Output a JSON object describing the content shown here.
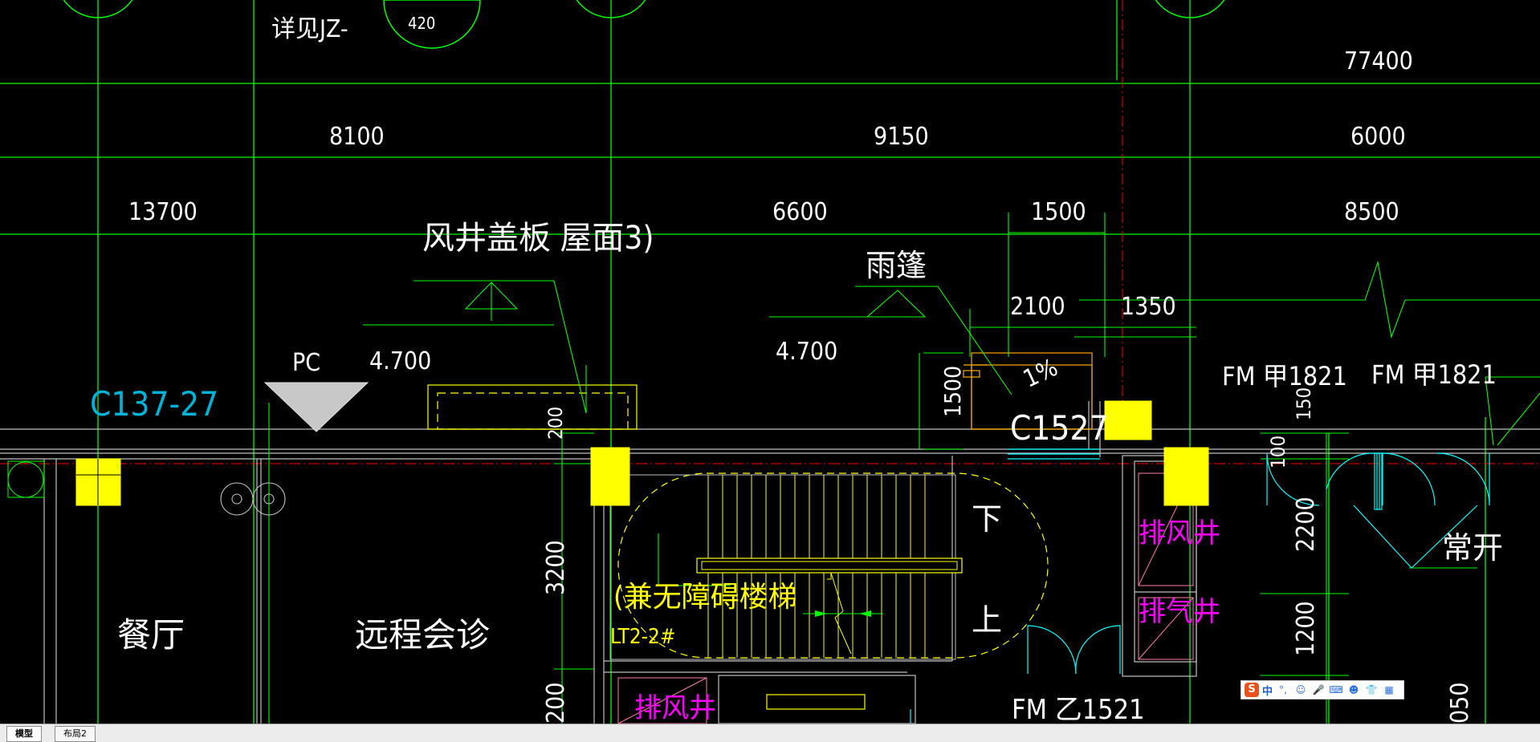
{
  "drawing": {
    "texts": {
      "detail_ref": "详见JZ-",
      "circle_420": "420",
      "dim_77400": "77400",
      "dim_8100": "8100",
      "dim_9150": "9150",
      "dim_6000": "6000",
      "dim_13700": "13700",
      "dim_6600": "6600",
      "dim_1500_top": "1500",
      "dim_8500": "8500",
      "shaft_cover": "风井盖板 屋面3)",
      "canopy": "雨篷",
      "dim_2100": "2100",
      "dim_1350": "1350",
      "pc": "PC",
      "elev_left": "4.700",
      "elev_right": "4.700",
      "window_left": "C137-27",
      "slope": "1%",
      "dim_1500_v": "1500",
      "window_c1527": "C1527",
      "door_fm1": "FM 甲1821",
      "door_fm2": "FM 甲1821",
      "dim_150": "150",
      "dim_200_top": "200",
      "dim_100": "100",
      "down": "下",
      "up": "上",
      "exhaust_shaft_1": "排风井",
      "exhaust_gas_shaft": "排气井",
      "exhaust_shaft_2": "排风井",
      "dim_2200": "2200",
      "always_open": "常开",
      "dim_3200": "3200",
      "accessible_stair": "(兼无障碍楼梯",
      "stair_code": "LT2-2#",
      "dim_1200": "1200",
      "restaurant": "餐厅",
      "telemedicine": "远程会诊",
      "dim_200_bottom": "200",
      "door_fm_b": "FM 乙1521",
      "dim_050": "050"
    },
    "colors": {
      "grid": "#00ff00",
      "white": "#ffffff",
      "yellow": "#ffff00",
      "cyan": "#00ffff",
      "magenta": "#ff00ff",
      "red": "#ff0000",
      "gray": "#c0c0c0"
    }
  },
  "tabs": {
    "model": "模型",
    "layout2": "布局2"
  },
  "ime": {
    "logo": "S",
    "mode": "中",
    "icons": [
      "punctuation-icon",
      "emoji-icon",
      "mic-icon",
      "keyboard-icon",
      "user-icon",
      "skin-icon",
      "grid-icon"
    ]
  }
}
